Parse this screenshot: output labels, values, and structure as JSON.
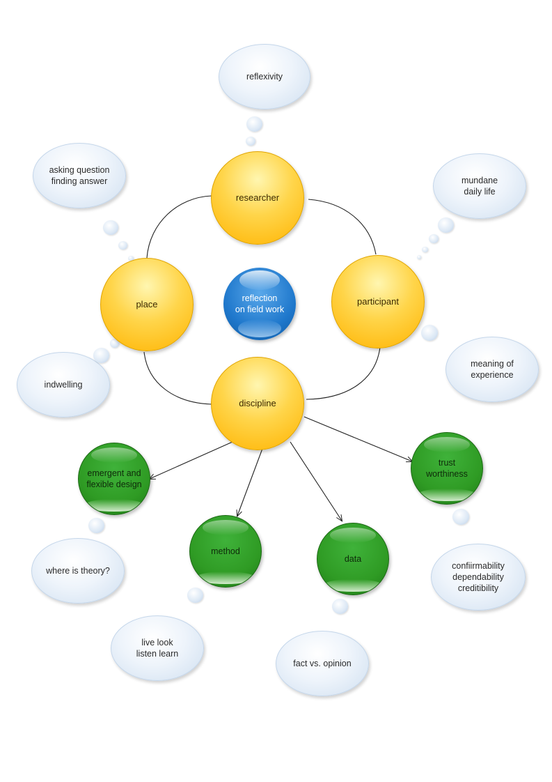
{
  "center": {
    "label": "reflection\non field work"
  },
  "ring": {
    "researcher": "researcher",
    "place": "place",
    "participant": "participant",
    "discipline": "discipline"
  },
  "outcomes": {
    "emergent": "emergent and\nflexible design",
    "method": "method",
    "data": "data",
    "trust": "trust\nworthiness"
  },
  "thoughts": {
    "reflexivity": "reflexivity",
    "asking": "asking question\nfinding answer",
    "mundane": "mundane\ndaily life",
    "indwelling": "indwelling",
    "meaning": "meaning of\nexperience",
    "theory": "where is theory?",
    "live": "live look\nlisten learn",
    "fact": "fact vs. opinion",
    "confirm": "confiirmability\ndependability\ncreditibility"
  },
  "colors": {
    "ring_node": "#ffc21a",
    "outcome_node": "#2f9b24",
    "center_node": "#1f78cc",
    "thought_cloud": "#dce8f5",
    "connector": "#222222"
  }
}
